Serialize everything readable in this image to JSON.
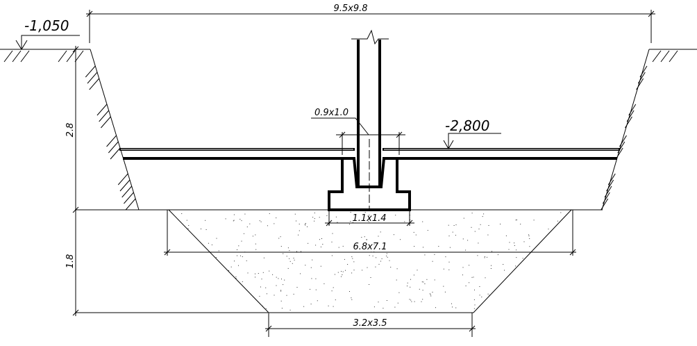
{
  "drawing": {
    "overall_dim": "9.5x9.8",
    "ground_elevation": "-1,050",
    "slab_elevation": "-2,800",
    "column_dim": "0.9x1.0",
    "footing_dim": "1.1x1.4",
    "cushion_top_dim": "6.8x7.1",
    "cushion_bottom_dim": "3.2x3.5",
    "pit_depth": "2.8",
    "cushion_depth": "1.8",
    "line_color": "#000000"
  }
}
